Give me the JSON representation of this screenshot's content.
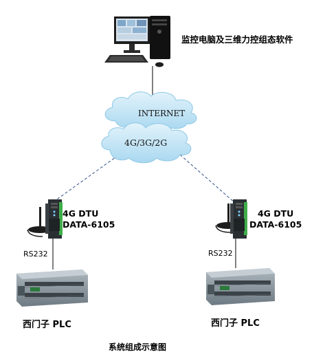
{
  "diagram": {
    "computer": {
      "label": "监控电脑及三维力控组态软件",
      "icon": "desktop-computer-icon"
    },
    "clouds": [
      {
        "text": "INTERNET",
        "icon": "cloud-icon"
      },
      {
        "text": "4G/3G/2G",
        "icon": "cloud-icon"
      }
    ],
    "nodes": [
      {
        "dtu_line1": "4G DTU",
        "dtu_line2": "DATA-6105",
        "interface": "RS232",
        "plc_label": "西门子 PLC"
      },
      {
        "dtu_line1": "4G DTU",
        "dtu_line2": "DATA-6105",
        "interface": "RS232",
        "plc_label": "西门子 PLC"
      }
    ],
    "caption": "系统组成示意图",
    "colors": {
      "cloud_fill": "#bfe3f5",
      "cloud_stroke": "#8ec8e6",
      "link_dashed": "#2e4d8a",
      "device_dark": "#2a2f33",
      "device_green": "#3fae49",
      "plc_body": "#8e9aa3"
    }
  }
}
